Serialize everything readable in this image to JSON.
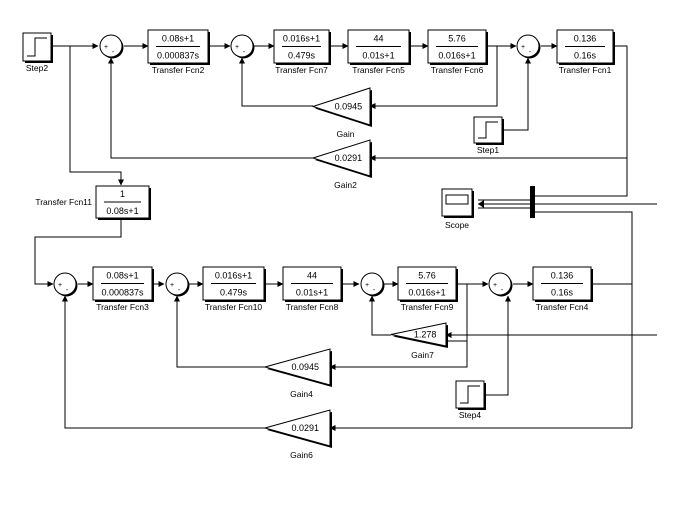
{
  "blocks": {
    "step2": {
      "label": "Step2"
    },
    "step1": {
      "label": "Step1"
    },
    "step4": {
      "label": "Step4"
    },
    "scope": {
      "label": "Scope"
    },
    "tf2": {
      "num": "0.08s+1",
      "den": "0.000837s",
      "label": "Transfer Fcn2"
    },
    "tf7": {
      "num": "0.016s+1",
      "den": "0.479s",
      "label": "Transfer Fcn7"
    },
    "tf5": {
      "num": "44",
      "den": "0.01s+1",
      "label": "Transfer Fcn5"
    },
    "tf6": {
      "num": "5.76",
      "den": "0.016s+1",
      "label": "Transfer Fcn6"
    },
    "tf1": {
      "num": "0.136",
      "den": "0.16s",
      "label": "Transfer Fcn1"
    },
    "tf11": {
      "num": "1",
      "den": "0.08s+1",
      "label": "Transfer Fcn11"
    },
    "tf3": {
      "num": "0.08s+1",
      "den": "0.000837s",
      "label": "Transfer Fcn3"
    },
    "tf10": {
      "num": "0.016s+1",
      "den": "0.479s",
      "label": "Transfer Fcn10"
    },
    "tf8": {
      "num": "44",
      "den": "0.01s+1",
      "label": "Transfer Fcn8"
    },
    "tf9": {
      "num": "5.76",
      "den": "0.016s+1",
      "label": "Transfer Fcn9"
    },
    "tf4": {
      "num": "0.136",
      "den": "0.16s",
      "label": "Transfer Fcn4"
    },
    "gain": {
      "value": "0.0945",
      "label": "Gain"
    },
    "gain2": {
      "value": "0.0291",
      "label": "Gain2"
    },
    "gain7": {
      "value": "1.278",
      "label": "Gain7"
    },
    "gain4": {
      "value": "0.0945",
      "label": "Gain4"
    },
    "gain6": {
      "value": "0.0291",
      "label": "Gain6"
    }
  },
  "sum_signs": {
    "plus": "+",
    "minus": "-"
  }
}
